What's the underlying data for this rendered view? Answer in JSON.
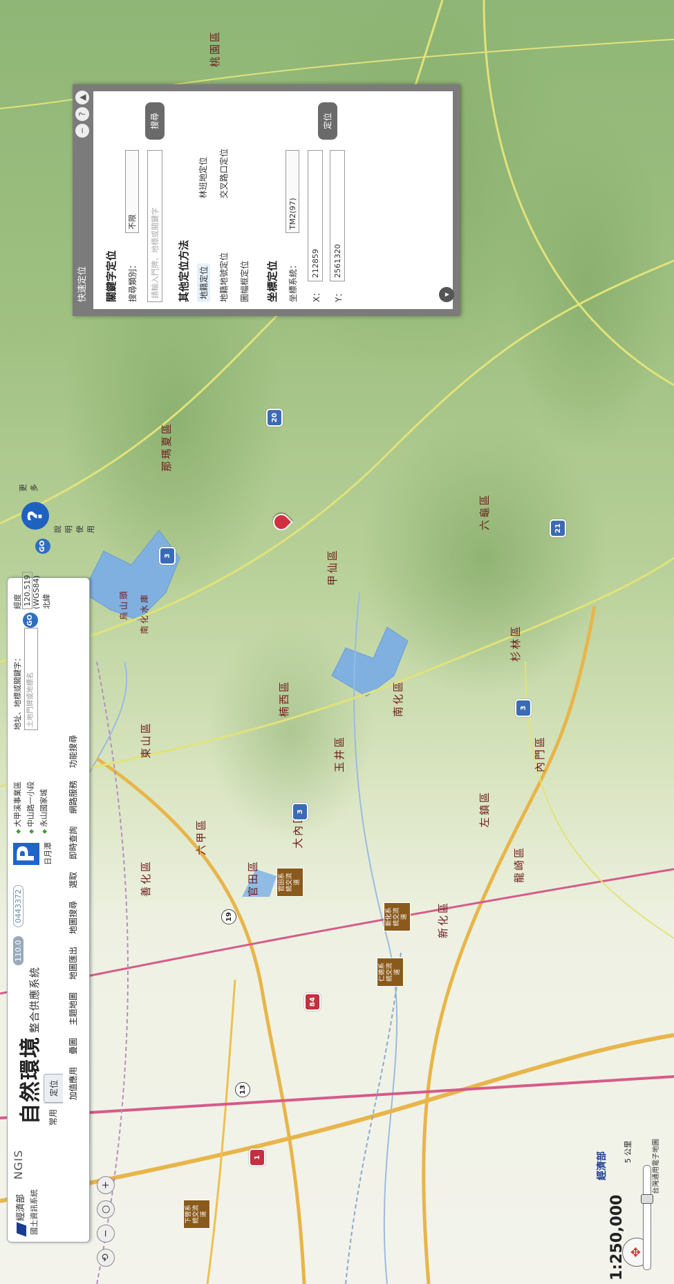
{
  "header": {
    "ministry": "經濟部",
    "ngis": "NGIS",
    "system_small": "國土資訊系統",
    "system_name": "自然環境",
    "system_sub": "整合供應系統",
    "version": "110.0",
    "counter": "0443372",
    "tabs": [
      "常用",
      "定位"
    ],
    "p_label": "日月潭",
    "quick_links": [
      "大甲溪事業區",
      "中山路一小段",
      "永山國家城"
    ],
    "address_label": "地址、地標或關鍵字：",
    "address_placeholder": "土地門牌或地標名",
    "go": "GO",
    "lonlat_label": "經度",
    "lon_value": "120.519",
    "wgs": "(WGS84)",
    "lat_label": "北緯",
    "more": "更多",
    "help": "說明使用"
  },
  "function_tabs": [
    "加值應用",
    "疊圖",
    "主題地圖",
    "地圖匯出",
    "地圖搜尋",
    "選取",
    "即時查詢",
    "網路服務",
    "功能搜尋"
  ],
  "map": {
    "place_labels": [
      "桃園區",
      "那瑪夏區",
      "甲仙區",
      "六龜區",
      "杉林區",
      "南化區",
      "楠西區",
      "玉井區",
      "東山區",
      "大內區",
      "左鎮區",
      "內門區",
      "龍崎區",
      "新化區",
      "官田區",
      "六甲區",
      "善化區",
      "烏山頭",
      "南化水庫"
    ],
    "interchanges": [
      "下營系統交流道",
      "官田系統交流道",
      "新化系統交流道",
      "仁德系統交流道"
    ],
    "route_numbers": [
      "3",
      "20",
      "21",
      "84",
      "1",
      "19",
      "13"
    ]
  },
  "locate_panel": {
    "title": "快速定位",
    "section_keyword": "關鍵字定位",
    "category_label": "搜尋類別：",
    "category_value": "不限",
    "keyword_placeholder": "請輸入門牌、地標或關鍵字",
    "search_button": "搜尋",
    "section_other": "其他定位方法",
    "methods": [
      "地籍定位",
      "林班地定位",
      "地籍地號定位",
      "交叉路口定位",
      "圖幅框定位"
    ],
    "section_coord": "坐標定位",
    "coord_system_label": "坐標系統：",
    "coord_system_value": "TM2(97)",
    "x_label": "X：",
    "x_value": "212859",
    "y_label": "Y：",
    "y_value": "2561320",
    "locate_button": "定位"
  },
  "footer": {
    "scale": "1:250,000",
    "scale_bar": "5 公里",
    "ministry": "經濟部",
    "map_source": "台灣通用電子地圖"
  }
}
